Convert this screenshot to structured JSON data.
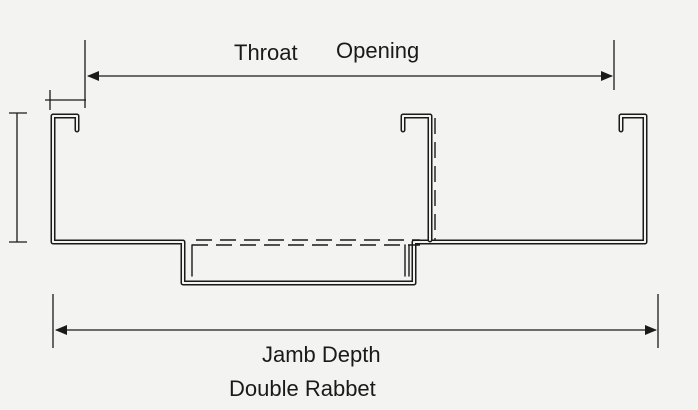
{
  "labels": {
    "throat_word": "Throat",
    "opening_word": "Opening",
    "jamb_depth": "Jamb Depth",
    "double_rabbet": "Double Rabbet"
  },
  "colors": {
    "background": "#f3f3f1",
    "line": "#1a1a1a"
  }
}
